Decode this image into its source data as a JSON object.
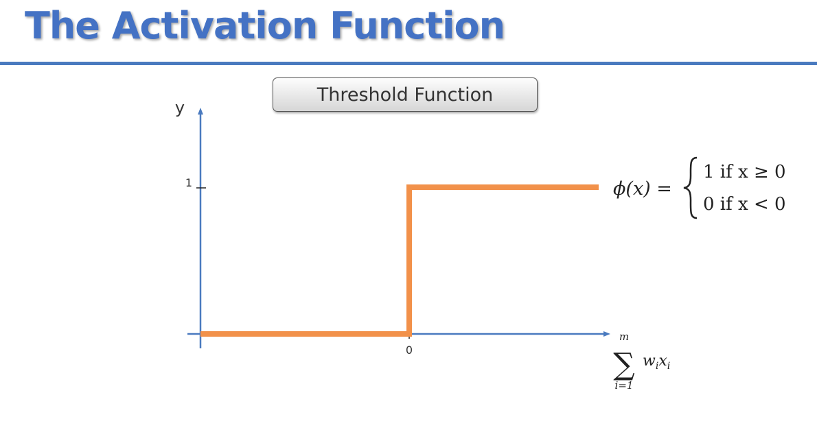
{
  "slide": {
    "title": "The Activation Function",
    "function_box_label": "Threshold Function"
  },
  "colors": {
    "title": "#4472c4",
    "rule": "#4a7abf",
    "axis": "#4a7abf",
    "step_line": "#f2914a"
  },
  "diagram": {
    "y_axis_label": "y",
    "y_tick_label": "1",
    "x_tick_label": "0",
    "x_axis_label": {
      "sum_upper": "m",
      "sum_symbol": "∑",
      "sum_lower": "i=1",
      "term_w": "w",
      "term_w_sub": "i",
      "term_x": "x",
      "term_x_sub": "i"
    },
    "formula": {
      "lhs": "ϕ(x) =",
      "case_1": "1 if x ≥ 0",
      "case_2": "0 if x < 0"
    }
  }
}
